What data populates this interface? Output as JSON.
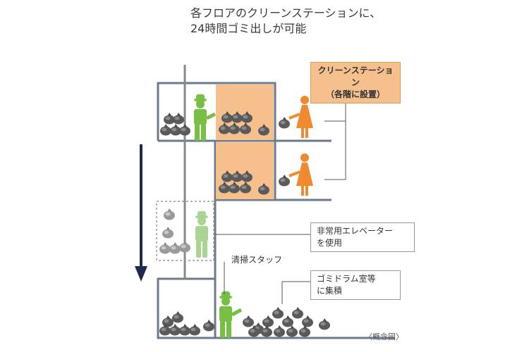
{
  "title": {
    "line1": "各フロアのクリーンステーションに、",
    "line2": "24時間ゴミ出しが可能"
  },
  "labels": {
    "station_line1": "クリーンステーション",
    "station_line2": "（各階に設置）",
    "elevator_line1": "非常用エレベーター",
    "elevator_line2": "を使用",
    "staff": "清掃スタッフ",
    "drum_line1": "ゴミドラム室等",
    "drum_line2": "に集積",
    "note": "〈概念図〉"
  },
  "colors": {
    "building_line": "#6b7b8c",
    "station_fill": "#f6c08c",
    "staff_green": "#77c043",
    "staff_ghost": "#a9d492",
    "resident_orange": "#ef8a2e",
    "arrow_navy": "#1f2a4d",
    "bag_gray": "#555555"
  }
}
